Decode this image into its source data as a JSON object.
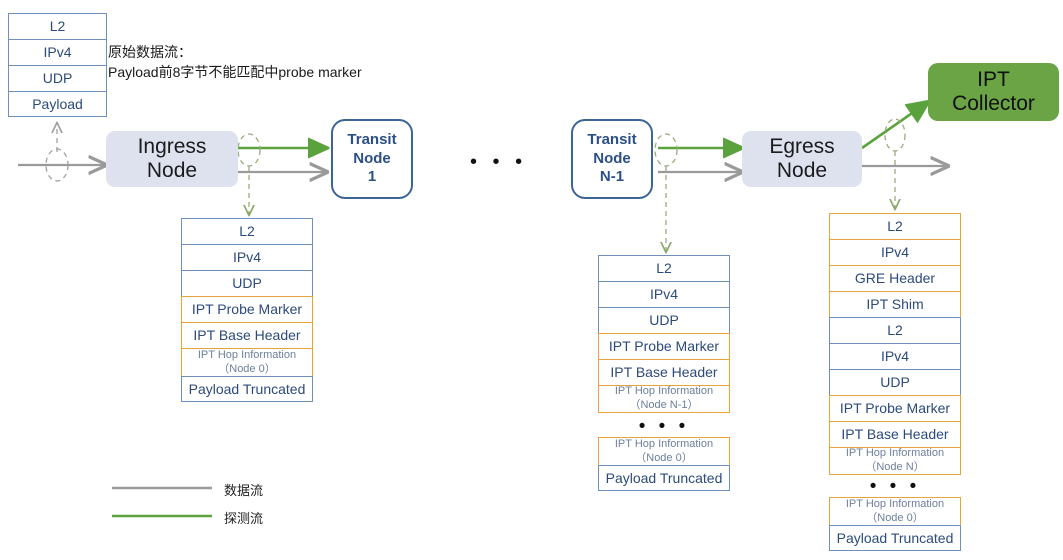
{
  "colors": {
    "data_flow": "#9a9a9a",
    "probe_flow": "#5aa23c",
    "node_fill": "#dee2ef",
    "node_border": "#3c6595",
    "collector_fill": "#6aa445",
    "header_blue_border": "#6f8fbe",
    "header_orange_border": "#e8a33d",
    "header_text": "#2c4a7c",
    "hop_text": "#6d7f9b"
  },
  "annotation": {
    "line1": "原始数据流：",
    "line2": "Payload前8字节不能匹配中probe marker",
    "text": "原始数据流：\nPayload前8字节不能匹配中probe marker"
  },
  "nodes": {
    "ingress": "Ingress\nNode",
    "transit1": "Transit\nNode\n1",
    "transit_n1": "Transit\nNode\nN-1",
    "egress": "Egress\nNode",
    "collector": "IPT\nCollector"
  },
  "ellipsis": {
    "between_nodes": "• • •",
    "stack_gap": "• • •"
  },
  "stacks": {
    "original": {
      "caption": "original-packet",
      "rows": [
        {
          "label": "L2",
          "style": "blue"
        },
        {
          "label": "IPv4",
          "style": "blue"
        },
        {
          "label": "UDP",
          "style": "blue"
        },
        {
          "label": "Payload",
          "style": "blue"
        }
      ]
    },
    "ingress": {
      "caption": "ingress-packet",
      "rows": [
        {
          "label": "L2",
          "style": "blue"
        },
        {
          "label": "IPv4",
          "style": "blue"
        },
        {
          "label": "UDP",
          "style": "blue"
        },
        {
          "label": "IPT Probe Marker",
          "style": "orange"
        },
        {
          "label": "IPT Base Header",
          "style": "orange"
        },
        {
          "label": "IPT Hop Information",
          "sub": "（Node 0）",
          "style": "orange",
          "hop": true
        },
        {
          "label": "Payload Truncated",
          "style": "blue"
        }
      ]
    },
    "transit_n1_upper": {
      "caption": "transit-packet-upper",
      "rows": [
        {
          "label": "L2",
          "style": "blue"
        },
        {
          "label": "IPv4",
          "style": "blue"
        },
        {
          "label": "UDP",
          "style": "blue"
        },
        {
          "label": "IPT Probe Marker",
          "style": "orange"
        },
        {
          "label": "IPT Base Header",
          "style": "orange"
        },
        {
          "label": "IPT Hop Information",
          "sub": "（Node N-1）",
          "style": "orange",
          "hop": true
        }
      ]
    },
    "transit_n1_lower": {
      "caption": "transit-packet-lower",
      "rows": [
        {
          "label": "IPT Hop Information",
          "sub": "（Node 0）",
          "style": "orange",
          "hop": true
        },
        {
          "label": "Payload Truncated",
          "style": "blue"
        }
      ]
    },
    "egress_upper": {
      "caption": "egress-packet-upper",
      "rows": [
        {
          "label": "L2",
          "style": "orange"
        },
        {
          "label": "IPv4",
          "style": "orange"
        },
        {
          "label": "GRE Header",
          "style": "orange"
        },
        {
          "label": "IPT Shim",
          "style": "orange"
        },
        {
          "label": "L2",
          "style": "blue"
        },
        {
          "label": "IPv4",
          "style": "blue"
        },
        {
          "label": "UDP",
          "style": "blue"
        },
        {
          "label": "IPT Probe Marker",
          "style": "orange"
        },
        {
          "label": "IPT Base Header",
          "style": "orange"
        },
        {
          "label": "IPT Hop Information",
          "sub": "（Node N）",
          "style": "orange",
          "hop": true
        }
      ]
    },
    "egress_lower": {
      "caption": "egress-packet-lower",
      "rows": [
        {
          "label": "IPT Hop Information",
          "sub": "（Node 0）",
          "style": "orange",
          "hop": true
        },
        {
          "label": "Payload Truncated",
          "style": "blue"
        }
      ]
    }
  },
  "legend": {
    "items": [
      {
        "label": "数据流",
        "color": "#9a9a9a"
      },
      {
        "label": "探测流",
        "color": "#5aa23c"
      }
    ]
  }
}
